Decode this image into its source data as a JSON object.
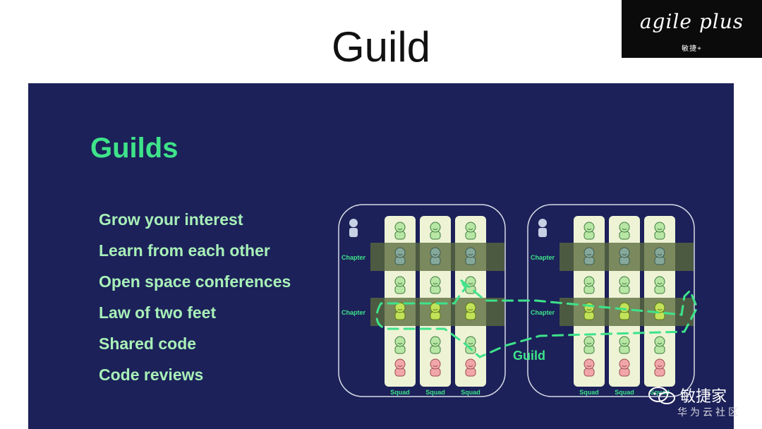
{
  "page": {
    "title": "Guild"
  },
  "logo": {
    "wordmark": "agile plus",
    "sub": "敏捷+"
  },
  "slide": {
    "heading": "Guilds",
    "bullets": [
      "Grow your interest",
      "Learn from each other",
      "Open space conferences",
      "Law of two feet",
      "Shared code",
      "Code reviews"
    ]
  },
  "diagram": {
    "chapter_label": "Chapter",
    "squad_label": "Squad",
    "guild_label": "Guild",
    "person_colors": [
      "light-green",
      "slate",
      "light-green",
      "lime",
      "light-green",
      "pink"
    ]
  },
  "colors": {
    "slide_bg": "#1c2159",
    "heading": "#3ee38a",
    "bullet_text": "#a8f0b8",
    "guild_dash": "#3ee38a",
    "column_fill": "#eef3d6",
    "chapter_band": "#5b6a3c"
  },
  "watermark": {
    "main": "敏捷家",
    "sub": "华为云社区"
  }
}
